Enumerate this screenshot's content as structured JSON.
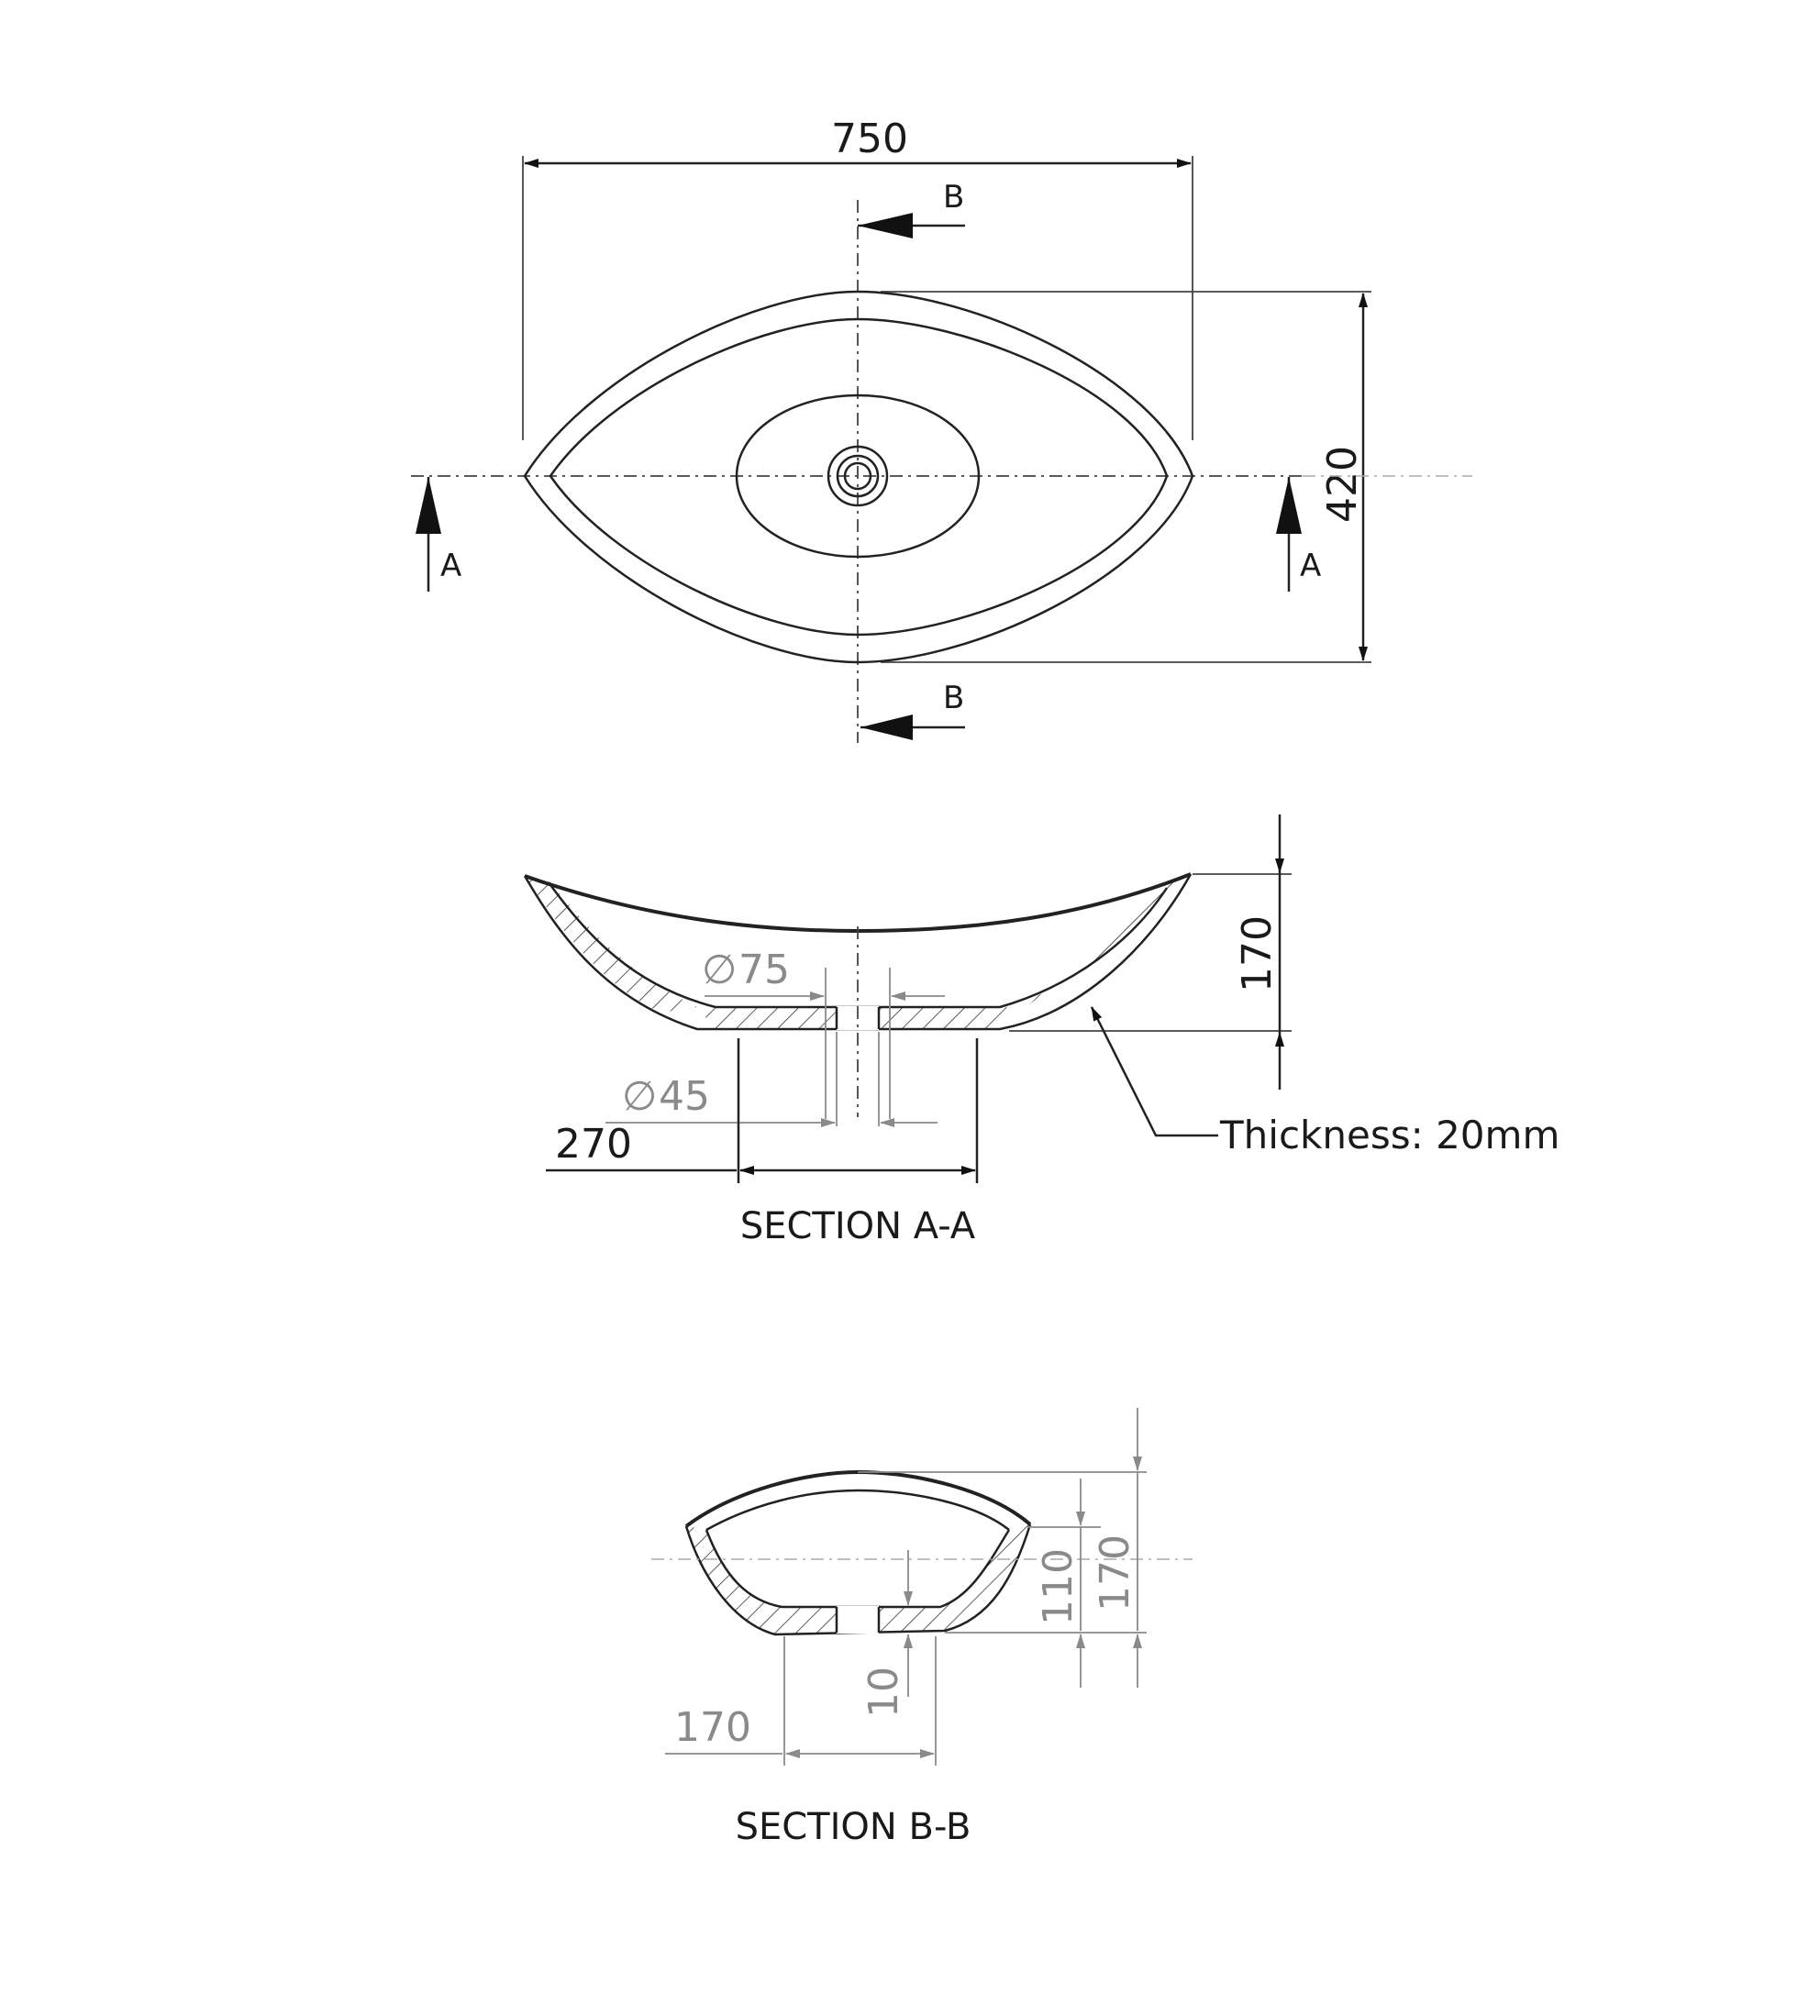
{
  "plan_view": {
    "overall_length": "750",
    "overall_width": "420",
    "section_a_label_left": "A",
    "section_a_label_right": "A",
    "section_b_label_top": "B",
    "section_b_label_bottom": "B"
  },
  "section_a": {
    "title": "SECTION A-A",
    "height": "170",
    "outer_drain_dia": "75",
    "inner_drain_dia": "45",
    "base_width": "270",
    "thickness_note": "Thickness: 20mm"
  },
  "section_b": {
    "title": "SECTION B-B",
    "height_total": "170",
    "height_inner": "110",
    "base_thickness": "10",
    "base_width": "170"
  },
  "symbols": {
    "diameter": "∅"
  }
}
